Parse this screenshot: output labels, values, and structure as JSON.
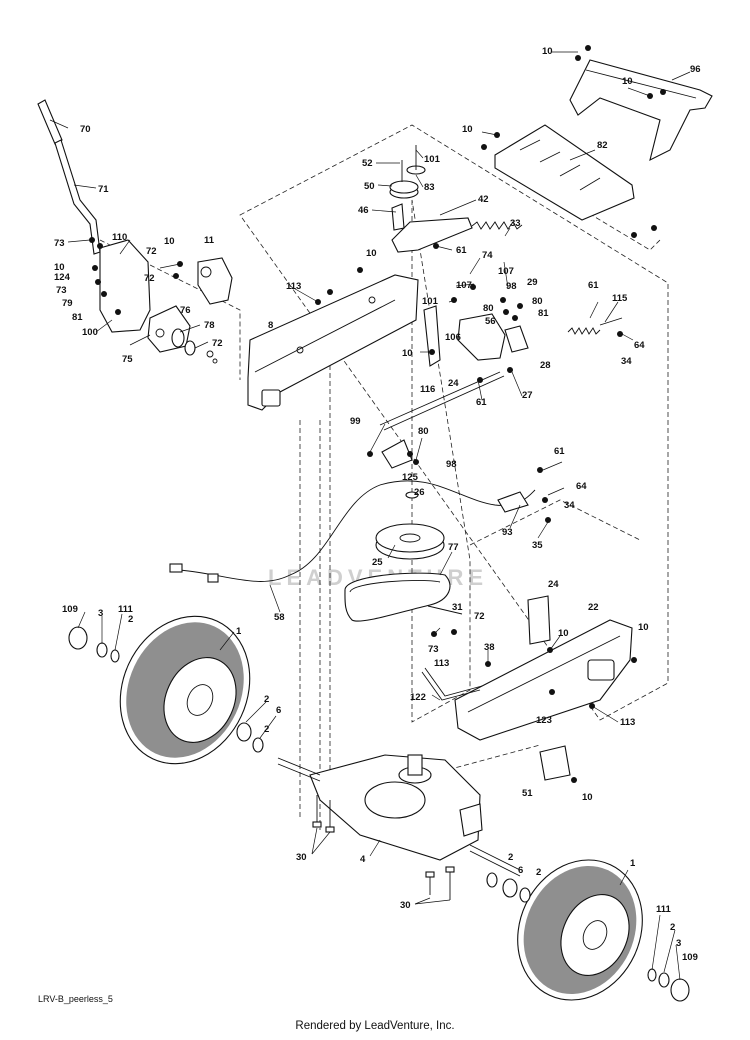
{
  "labels": [
    "10",
    "96",
    "10",
    "10",
    "82",
    "70",
    "101",
    "52",
    "83",
    "50",
    "42",
    "71",
    "46",
    "33",
    "73",
    "110",
    "11",
    "10",
    "61",
    "72",
    "10",
    "124",
    "113",
    "10",
    "74",
    "107",
    "29",
    "73",
    "72",
    "107",
    "98",
    "79",
    "101",
    "80",
    "81",
    "61",
    "115",
    "100",
    "76",
    "8",
    "56",
    "80",
    "78",
    "81",
    "72",
    "75",
    "106",
    "64",
    "10",
    "34",
    "28",
    "24",
    "116",
    "27",
    "61",
    "99",
    "80",
    "98",
    "125",
    "61",
    "64",
    "26",
    "34",
    "93",
    "35",
    "25",
    "77",
    "24",
    "58",
    "109",
    "3",
    "111",
    "31",
    "72",
    "1",
    "2",
    "22",
    "73",
    "10",
    "38",
    "10",
    "113",
    "122",
    "123",
    "113",
    "2",
    "6",
    "2",
    "51",
    "10",
    "4",
    "30",
    "2",
    "6",
    "2",
    "1",
    "30",
    "111",
    "2",
    "3",
    "109"
  ],
  "watermark": "LEADVENTURE",
  "footer": {
    "diagram_code": "LRV-B_peerless_5",
    "credit": "Rendered by LeadVenture, Inc."
  }
}
